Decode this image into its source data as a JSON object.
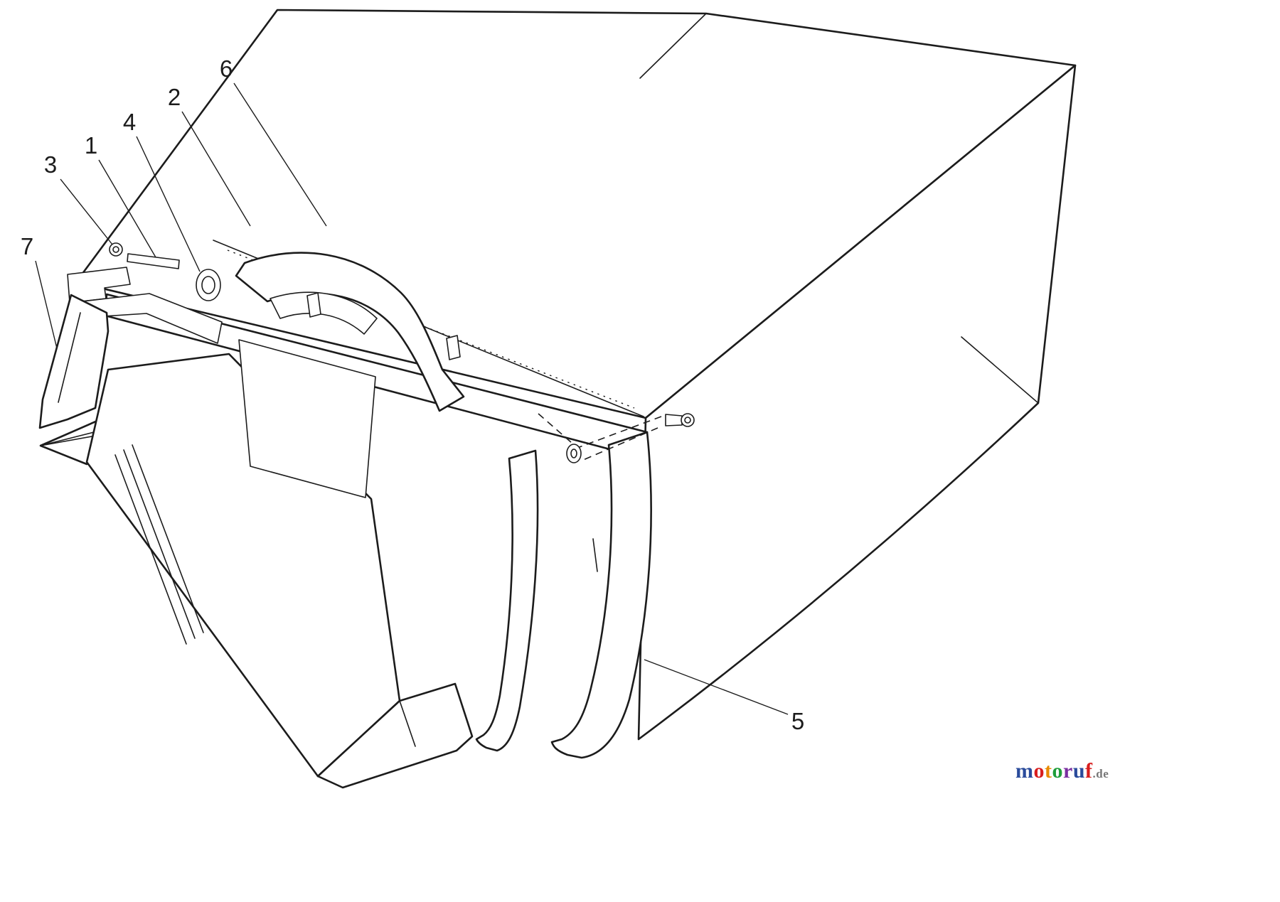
{
  "diagram": {
    "background": "#ffffff",
    "line_color": "#1c1c1c",
    "callouts": [
      {
        "id": "1",
        "label": "1"
      },
      {
        "id": "2",
        "label": "2"
      },
      {
        "id": "3",
        "label": "3"
      },
      {
        "id": "4",
        "label": "4"
      },
      {
        "id": "5",
        "label": "5"
      },
      {
        "id": "6",
        "label": "6"
      },
      {
        "id": "7",
        "label": "7"
      }
    ]
  },
  "watermark": {
    "word": "motoruf",
    "suffix": ".de",
    "suffix_color": "#777777",
    "letters": [
      {
        "char": "m",
        "color": "#2a4b9b"
      },
      {
        "char": "o",
        "color": "#d81e1e"
      },
      {
        "char": "t",
        "color": "#e88a00"
      },
      {
        "char": "o",
        "color": "#1f9d3a"
      },
      {
        "char": "r",
        "color": "#7a2ea0"
      },
      {
        "char": "u",
        "color": "#2a4b9b"
      },
      {
        "char": "f",
        "color": "#d81e1e"
      }
    ]
  }
}
